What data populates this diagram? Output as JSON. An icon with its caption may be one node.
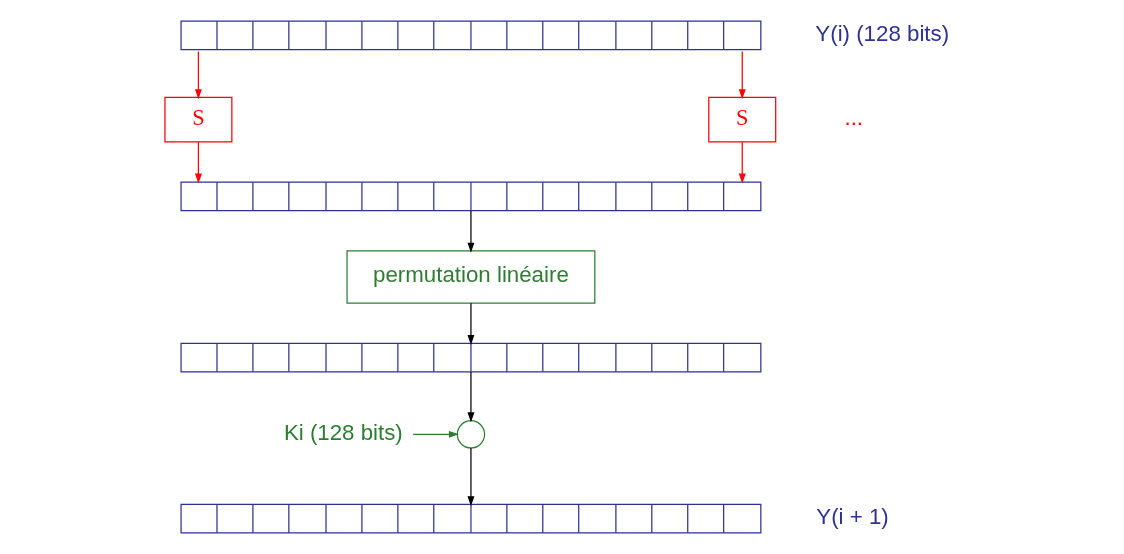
{
  "diagram": {
    "nodes": [
      {
        "text": [],
        "shape": "bar",
        "beside": [
          "Y(i) (128 bits)"
        ]
      },
      {
        "text": [
          "S"
        ]
      },
      {
        "text": [
          "S"
        ]
      },
      {
        "text": [],
        "shape": "bar"
      },
      {
        "text": [
          "permutation linéaire"
        ]
      },
      {
        "text": [],
        "shape": "bar"
      },
      {
        "text": [
          "Ki (128 bits)"
        ]
      },
      {
        "text": [],
        "shape": "circle"
      },
      {
        "text": [],
        "shape": "bar",
        "beside": [
          "Y(i + 1)"
        ]
      }
    ],
    "edges": [
      {
        "from": 0,
        "to": 1,
        "arrow": "to",
        "color": "#ff0000"
      },
      {
        "from": 0,
        "to": 2,
        "arrow": "to",
        "color": "#ff0000"
      },
      {
        "from": 1,
        "to": 3,
        "arrow": "to",
        "color": "#ff0000"
      },
      {
        "from": 2,
        "to": 3,
        "arrow": "to",
        "color": "#ff0000"
      },
      {
        "from": 3,
        "to": 4,
        "arrow": "to",
        "color": "#000000"
      },
      {
        "from": 4,
        "to": 5,
        "arrow": "to",
        "color": "#000000"
      },
      {
        "from": 5,
        "to": 7,
        "arrow": "to",
        "color": "#000000"
      },
      {
        "from": 6,
        "to": 7,
        "arrow": "to",
        "color": "#2e7d32"
      },
      {
        "from": 7,
        "to": 8,
        "arrow": "to",
        "color": "#000000"
      }
    ],
    "labels": [
      "..."
    ]
  }
}
